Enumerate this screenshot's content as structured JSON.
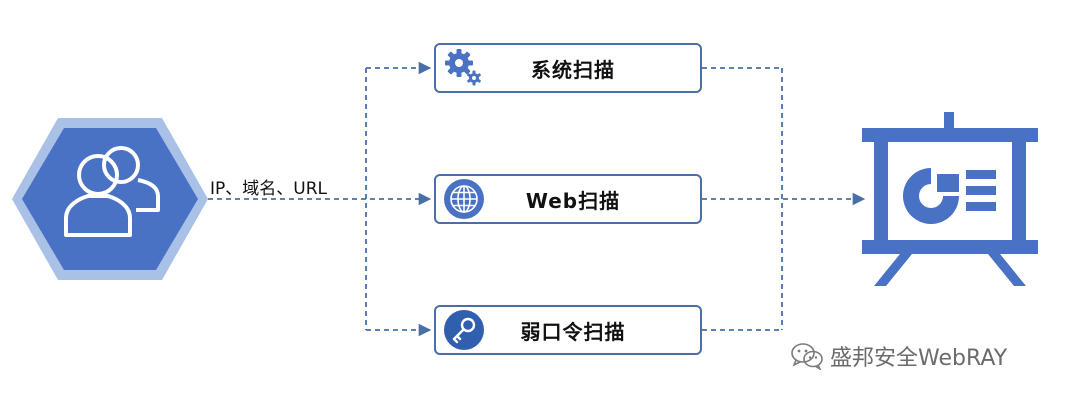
{
  "input": {
    "label": "IP、域名、URL",
    "icon": "users-icon"
  },
  "scans": [
    {
      "label": "系统扫描",
      "icon": "gears-icon"
    },
    {
      "label": "Web扫描",
      "icon": "globe-icon"
    },
    {
      "label": "弱口令扫描",
      "icon": "key-icon"
    }
  ],
  "output": {
    "icon": "presentation-chart-icon"
  },
  "watermark": {
    "text": "盛邦安全WebRAY",
    "icon": "wechat-icon"
  },
  "colors": {
    "primary": "#4a72c4",
    "border": "#4a6fa8",
    "hex_outer": "#a9c1e6",
    "dashed_line": "#4a6fa8"
  }
}
